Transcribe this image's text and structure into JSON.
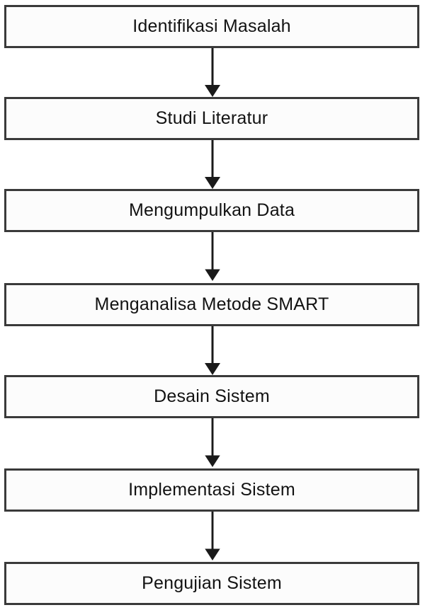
{
  "diagram": {
    "type": "flowchart",
    "orientation": "vertical-top-to-bottom",
    "title": "",
    "node_count": 7,
    "connector_count": 6,
    "colors": {
      "node_border": "#3a3a3a",
      "node_fill": "#fcfcfc",
      "text": "#121212",
      "connector": "#1a1a1a",
      "canvas": "#ffffff"
    },
    "nodes": [
      {
        "id": "step-1",
        "label": "Identifikasi Masalah"
      },
      {
        "id": "step-2",
        "label": "Studi Literatur"
      },
      {
        "id": "step-3",
        "label": "Mengumpulkan Data"
      },
      {
        "id": "step-4",
        "label": "Menganalisa Metode SMART"
      },
      {
        "id": "step-5",
        "label": "Desain Sistem"
      },
      {
        "id": "step-6",
        "label": "Implementasi Sistem"
      },
      {
        "id": "step-7",
        "label": "Pengujian Sistem"
      }
    ],
    "connectors": [
      {
        "id": "arrow-1",
        "from": "step-1",
        "to": "step-2",
        "icon": "arrow-down-icon"
      },
      {
        "id": "arrow-2",
        "from": "step-2",
        "to": "step-3",
        "icon": "arrow-down-icon"
      },
      {
        "id": "arrow-3",
        "from": "step-3",
        "to": "step-4",
        "icon": "arrow-down-icon"
      },
      {
        "id": "arrow-4",
        "from": "step-4",
        "to": "step-5",
        "icon": "arrow-down-icon"
      },
      {
        "id": "arrow-5",
        "from": "step-5",
        "to": "step-6",
        "icon": "arrow-down-icon"
      },
      {
        "id": "arrow-6",
        "from": "step-6",
        "to": "step-7",
        "icon": "arrow-down-icon"
      }
    ]
  }
}
